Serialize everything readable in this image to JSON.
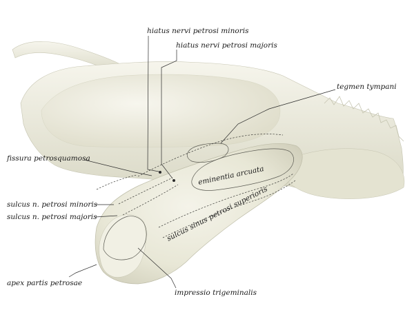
{
  "labels": {
    "hiatus_minoris": "hiatus nervi petrosi minoris",
    "hiatus_majoris": "hiatus nervi petrosi majoris",
    "tegmen_tympani": "tegmen tympani",
    "fissura_petrosquamosa": "fissura petrosquamosa",
    "eminentia_arcuata": "eminentia arcuata",
    "sulcus_minoris": "sulcus n. petrosi minoris",
    "sulcus_majoris": "sulcus n. petrosi majoris",
    "sulcus_sinus": "sulcus sinus petrosi superioris",
    "apex": "apex partis petrosae",
    "impressio": "impressio trigeminalis"
  },
  "colors": {
    "bone_light": "#f2f1e6",
    "bone_mid": "#e6e5d4",
    "bone_shadow": "#c9c8b4",
    "background": "#ffffff"
  }
}
